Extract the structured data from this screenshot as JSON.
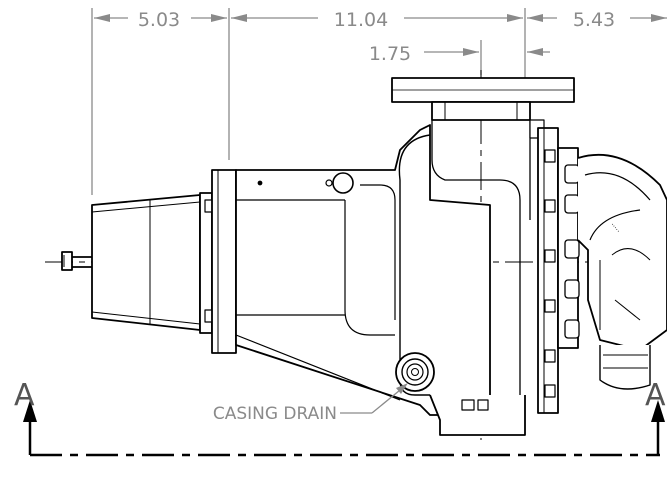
{
  "dimensions": {
    "left_overall": "5.03",
    "middle_overall": "11.04",
    "right_overall": "5.43",
    "offset": "1.75"
  },
  "labels": {
    "casing_drain": "CASING DRAIN"
  },
  "section": {
    "left_mark": "A",
    "right_mark": "A"
  },
  "colors": {
    "linework": "#000000",
    "dimension": "#8a8a8a",
    "background": "#ffffff"
  }
}
